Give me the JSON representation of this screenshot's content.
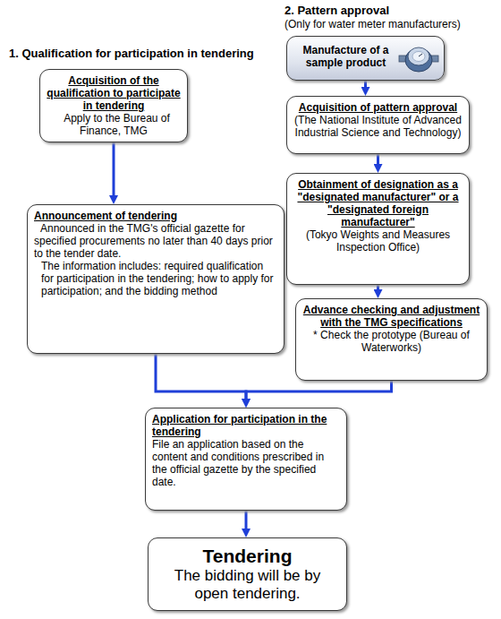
{
  "diagram": {
    "nodes": [
      {
        "text": [
          "Acquisition of the qualification to participate in tendering",
          "Apply to the Bureau of Finance, TMG"
        ]
      },
      {
        "text": [
          "Announcement of tendering",
          "Announced in the TMG's official gazette for specified procurements no later than 40 days prior to the tender date.",
          "The information includes: required qualification for participation in the tendering; how to apply for participation; and the bidding method"
        ]
      },
      {
        "text": [
          "Manufacture of a sample product"
        ]
      },
      {
        "text": [
          "Acquisition of pattern approval",
          "(The National Institute of Advanced Industrial Science and Technology)"
        ]
      },
      {
        "text": [
          "Obtainment of designation as a \"designated manufacturer\" or a \"designated foreign manufacturer\"",
          "(Tokyo Weights and Measures Inspection Office)"
        ]
      },
      {
        "text": [
          "Advance checking and adjustment with the TMG specifications",
          "* Check the prototype (Bureau of Waterworks)"
        ]
      },
      {
        "text": [
          "Application for participation in the tendering",
          "File an application based on the content and conditions prescribed in the official gazette by the specified date."
        ]
      },
      {
        "text": [
          "Tendering",
          "The bidding will be by open tendering."
        ]
      }
    ],
    "edges": [
      {
        "from": 0,
        "to": 1,
        "arrow": "to"
      },
      {
        "from": 2,
        "to": 3,
        "arrow": "to"
      },
      {
        "from": 3,
        "to": 4,
        "arrow": "to"
      },
      {
        "from": 4,
        "to": 5,
        "arrow": "to"
      },
      {
        "from": 1,
        "to": 6,
        "arrow": "to"
      },
      {
        "from": 5,
        "to": 6,
        "arrow": "to"
      },
      {
        "from": 6,
        "to": 7,
        "arrow": "to"
      }
    ],
    "labels": [
      "1. Qualification for participation in tendering",
      "2. Pattern approval",
      "(Only for water meter manufacturers)"
    ]
  }
}
